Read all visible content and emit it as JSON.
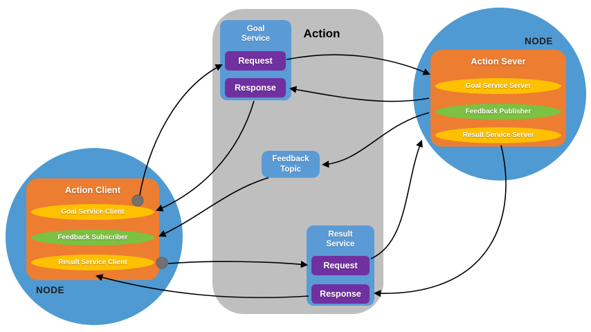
{
  "diagram": {
    "action_container": {
      "title": "Action"
    },
    "goal_service": {
      "title": "Goal Service",
      "request_label": "Request",
      "response_label": "Response"
    },
    "feedback_topic": {
      "title": "Feedback Topic"
    },
    "result_service": {
      "title": "Result Service",
      "request_label": "Request",
      "response_label": "Response"
    },
    "client_node": {
      "node_label": "NODE",
      "title": "Action Client",
      "items": [
        {
          "label": "Goal Service Client",
          "color": "#FFC000"
        },
        {
          "label": "Feedback Subscriber",
          "color": "#7CC142"
        },
        {
          "label": "Result Service Client",
          "color": "#FFC000"
        }
      ]
    },
    "server_node": {
      "node_label": "NODE",
      "title": "Action Sever",
      "items": [
        {
          "label": "Goal Service Server",
          "color": "#FFC000"
        },
        {
          "label": "Feedback Publisher",
          "color": "#7CC142"
        },
        {
          "label": "Result Service Server",
          "color": "#FFC000"
        }
      ]
    },
    "connections": [
      {
        "from": "Goal Service Client",
        "to": "Goal Service Request"
      },
      {
        "from": "Goal Service Request",
        "to": "Action Sever"
      },
      {
        "from": "Action Sever",
        "to": "Goal Service Response"
      },
      {
        "from": "Goal Service Response",
        "to": "Goal Service Client"
      },
      {
        "from": "Feedback Publisher",
        "to": "Feedback Topic"
      },
      {
        "from": "Feedback Topic",
        "to": "Feedback Subscriber"
      },
      {
        "from": "Result Service Client",
        "to": "Result Service Request"
      },
      {
        "from": "Result Service Request",
        "to": "Result Service Server"
      },
      {
        "from": "Result Service Server",
        "to": "Result Service Response"
      },
      {
        "from": "Result Service Response",
        "to": "Result Service Client"
      }
    ],
    "colors": {
      "node_circle": "#4F9AD3",
      "service_box": "#5B9BD5",
      "orange_box": "#ED7D31",
      "yellow_pill": "#FFC000",
      "green_pill": "#7CC142",
      "purple_button": "#7030A0",
      "container_gray": "#BFBFBF",
      "dot_gray": "#767171",
      "arrow": "#000000"
    }
  }
}
